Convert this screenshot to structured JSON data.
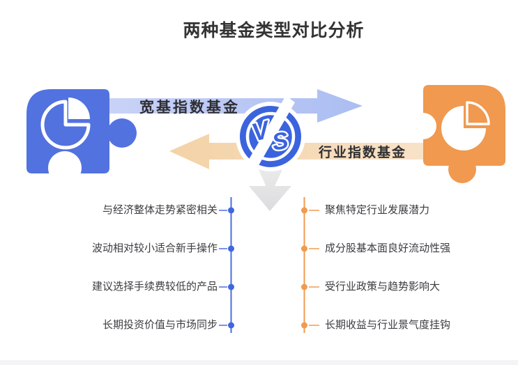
{
  "title": "两种基金类型对比分析",
  "versus_badge": {
    "letter_v": "V",
    "letter_s": "S"
  },
  "broad_fund": {
    "label": "宽基指数基金",
    "points": [
      "与经济整体走势紧密相关",
      "波动相对较小适合新手操作",
      "建议选择手续费较低的产品",
      "长期投资价值与市场同步"
    ]
  },
  "sector_fund": {
    "label": "行业指数基金",
    "points": [
      "聚焦特定行业发展潜力",
      "成分股基本面良好流动性强",
      "受行业政策与趋势影响大",
      "长期收益与行业景气度挂钩"
    ]
  },
  "colors": {
    "brand_blue": "#5272E0",
    "badge_blue": "#3B63DE",
    "brand_orange": "#F0994F",
    "light_blue_arrow": "#B8C5F3",
    "light_orange_arrow": "#F5D8B2",
    "gray_arrow": "#E2E2E4",
    "title_text": "#333333",
    "item_text": "#3C3C42",
    "bottom_bar": "#F4F4F6"
  }
}
